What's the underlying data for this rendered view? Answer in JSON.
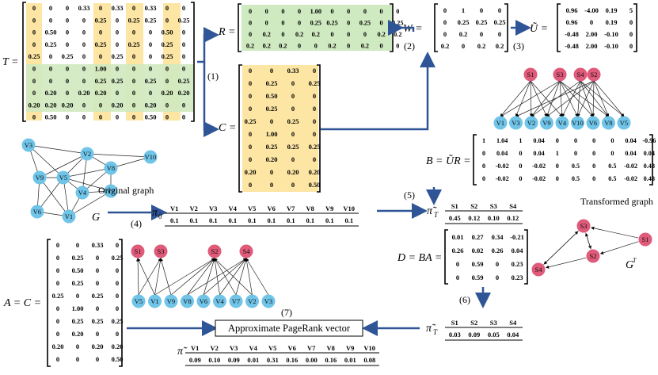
{
  "colors": {
    "yellow": "#fde5a3",
    "green": "#cfe9c0",
    "arrow": "#2f5597",
    "node_s": "#e05a7a",
    "node_v": "#6fc4e8"
  },
  "labels": {
    "T": "T =",
    "R": "R =",
    "C": "C =",
    "W": "W =",
    "U": "Ũ =",
    "B": "B = ŨR =",
    "D": "D = BA =",
    "A": "A = C =",
    "G": "G",
    "GT": "G",
    "GT_sup": "T",
    "pi0": "π",
    "pi0_sub": "0",
    "piT": "π̃",
    "piT_sub": "T",
    "piT2": "π̃",
    "piT2_sub": "T",
    "pi_tilde": "π̃",
    "original_graph": "Original graph",
    "transformed_graph": "Transformed graph",
    "approx_box": "Approximate PageRank vector"
  },
  "steps": [
    "(1)",
    "(2)",
    "(3)",
    "(4)",
    "(5)",
    "(6)",
    "(7)"
  ],
  "matrix_T": [
    [
      "0",
      "0",
      "0",
      "0.33",
      "0",
      "0.33",
      "0",
      "0.33",
      "0",
      "0"
    ],
    [
      "0",
      "0",
      "0",
      "0",
      "0.25",
      "0",
      "0.25",
      "0.25",
      "0",
      "0.25"
    ],
    [
      "0",
      "0.50",
      "0",
      "0",
      "0",
      "0",
      "0",
      "0",
      "0.50",
      "0"
    ],
    [
      "0",
      "0.25",
      "0",
      "0",
      "0.25",
      "0",
      "0.25",
      "0",
      "0.25",
      "0"
    ],
    [
      "0.25",
      "0",
      "0.25",
      "0",
      "0",
      "0.25",
      "0",
      "0",
      "0.25",
      "0"
    ],
    [
      "0",
      "0",
      "0",
      "0",
      "1.00",
      "0",
      "0",
      "0",
      "0",
      "0"
    ],
    [
      "0",
      "0",
      "0",
      "0",
      "0.25",
      "0.25",
      "0",
      "0.25",
      "0",
      "0.25"
    ],
    [
      "0",
      "0.20",
      "0",
      "0.20",
      "0.20",
      "0",
      "0",
      "0",
      "0.20",
      "0.20"
    ],
    [
      "0.20",
      "0.20",
      "0.20",
      "0",
      "0",
      "0.20",
      "0",
      "0.20",
      "0",
      "0"
    ],
    [
      "0",
      "0.50",
      "0",
      "0",
      "0",
      "0",
      "0",
      "0.50",
      "0",
      "0"
    ]
  ],
  "matrix_R": [
    [
      "0",
      "0",
      "0",
      "0",
      "1.00",
      "0",
      "0",
      "0",
      "0",
      "0"
    ],
    [
      "0",
      "0",
      "0",
      "0",
      "0.25",
      "0.25",
      "0",
      "0.25",
      "0",
      "0.25"
    ],
    [
      "0",
      "0.2",
      "0",
      "0.2",
      "0.2",
      "0",
      "0",
      "0",
      "0.2",
      "0.2"
    ],
    [
      "0.2",
      "0.2",
      "0.2",
      "0",
      "0",
      "0.2",
      "0",
      "0.2",
      "0",
      "0"
    ]
  ],
  "matrix_C": [
    [
      "0",
      "0",
      "0.33",
      "0"
    ],
    [
      "0",
      "0.25",
      "0",
      "0.25"
    ],
    [
      "0",
      "0.50",
      "0",
      "0"
    ],
    [
      "0",
      "0.25",
      "0",
      "0"
    ],
    [
      "0.25",
      "0",
      "0.25",
      "0"
    ],
    [
      "0",
      "1.00",
      "0",
      "0"
    ],
    [
      "0",
      "0.25",
      "0.25",
      "0.25"
    ],
    [
      "0",
      "0.20",
      "0",
      "0"
    ],
    [
      "0.20",
      "0",
      "0.20",
      "0.20"
    ],
    [
      "0",
      "0",
      "0",
      "0.50"
    ]
  ],
  "matrix_W": [
    [
      "0",
      "1",
      "0",
      "0"
    ],
    [
      "0",
      "0.25",
      "0.25",
      "0.25"
    ],
    [
      "0",
      "0.2",
      "0",
      "0"
    ],
    [
      "0.2",
      "0",
      "0.2",
      "0.2"
    ]
  ],
  "matrix_U": [
    [
      "0.96",
      "-4.00",
      "0.19",
      "5"
    ],
    [
      "0.96",
      "0",
      "0.19",
      "0"
    ],
    [
      "-0.48",
      "2.00",
      "-0.10",
      "0"
    ],
    [
      "-0.48",
      "2.00",
      "-0.10",
      "0"
    ]
  ],
  "matrix_B": [
    [
      "1",
      "1.04",
      "1",
      "0.04",
      "0",
      "0",
      "0",
      "0",
      "0.04",
      "-0.96"
    ],
    [
      "0",
      "0.04",
      "0",
      "0.04",
      "1",
      "0",
      "0",
      "0",
      "0.04",
      "0.04"
    ],
    [
      "0",
      "-0.02",
      "0",
      "-0.02",
      "0",
      "0.5",
      "0",
      "0.5",
      "-0.02",
      "0.48"
    ],
    [
      "0",
      "-0.02",
      "0",
      "-0.02",
      "0",
      "0.5",
      "0",
      "0.5",
      "-0.02",
      "0.48"
    ]
  ],
  "matrix_D": [
    [
      "0.01",
      "0.27",
      "0.34",
      "-0.21"
    ],
    [
      "0.26",
      "0.02",
      "0.26",
      "0.04"
    ],
    [
      "0",
      "0.59",
      "0",
      "0.23"
    ],
    [
      "0",
      "0.59",
      "0",
      "0.23"
    ]
  ],
  "matrix_A": [
    [
      "0",
      "0",
      "0.33",
      "0"
    ],
    [
      "0",
      "0.25",
      "0",
      "0.25"
    ],
    [
      "0",
      "0.50",
      "0",
      "0"
    ],
    [
      "0",
      "0.25",
      "0",
      "0"
    ],
    [
      "0.25",
      "0",
      "0.25",
      "0"
    ],
    [
      "0",
      "1.00",
      "0",
      "0"
    ],
    [
      "0",
      "0.25",
      "0.25",
      "0.25"
    ],
    [
      "0",
      "0.20",
      "0",
      "0"
    ],
    [
      "0.20",
      "0",
      "0.20",
      "0.20"
    ],
    [
      "0",
      "0",
      "0",
      "0.50"
    ]
  ],
  "pi0_table": {
    "headers": [
      "V1",
      "V2",
      "V3",
      "V4",
      "V5",
      "V6",
      "V7",
      "V8",
      "V9",
      "V10"
    ],
    "values": [
      "0.1",
      "0.1",
      "0.1",
      "0.1",
      "0.1",
      "0.1",
      "0.1",
      "0.1",
      "0.1",
      "0.1"
    ]
  },
  "piT_table": {
    "headers": [
      "S1",
      "S2",
      "S3",
      "S4"
    ],
    "values": [
      "0.45",
      "0.12",
      "0.10",
      "0.12"
    ]
  },
  "piT2_table": {
    "headers": [
      "S1",
      "S2",
      "S3",
      "S4"
    ],
    "values": [
      "0.03",
      "0.09",
      "0.05",
      "0.04"
    ]
  },
  "pi_final_table": {
    "headers": [
      "V1",
      "V2",
      "V3",
      "V4",
      "V5",
      "V6",
      "V7",
      "V8",
      "V9",
      "V10"
    ],
    "values": [
      "0.09",
      "0.10",
      "0.09",
      "0.01",
      "0.31",
      "0.16",
      "0.00",
      "0.16",
      "0.01",
      "0.08"
    ]
  },
  "graph_G": {
    "nodes": [
      "V3",
      "V2",
      "V8",
      "V10",
      "V9",
      "V5",
      "V4",
      "V7",
      "V6",
      "V1"
    ]
  },
  "graph_bip_top": {
    "s_nodes": [
      "S1",
      "S3",
      "S4",
      "S2"
    ],
    "v_nodes": [
      "V1",
      "V3",
      "V2",
      "V9",
      "V4",
      "V10",
      "V6",
      "V8",
      "V5"
    ]
  },
  "graph_GT": {
    "nodes": [
      "S3",
      "S1",
      "S2",
      "S4"
    ]
  },
  "graph_bip_bottom": {
    "s_nodes": [
      "S1",
      "S3",
      "S2",
      "S4"
    ],
    "v_nodes": [
      "V5",
      "V1",
      "V9",
      "V8",
      "V6",
      "V4",
      "V7",
      "V2",
      "V3"
    ]
  }
}
